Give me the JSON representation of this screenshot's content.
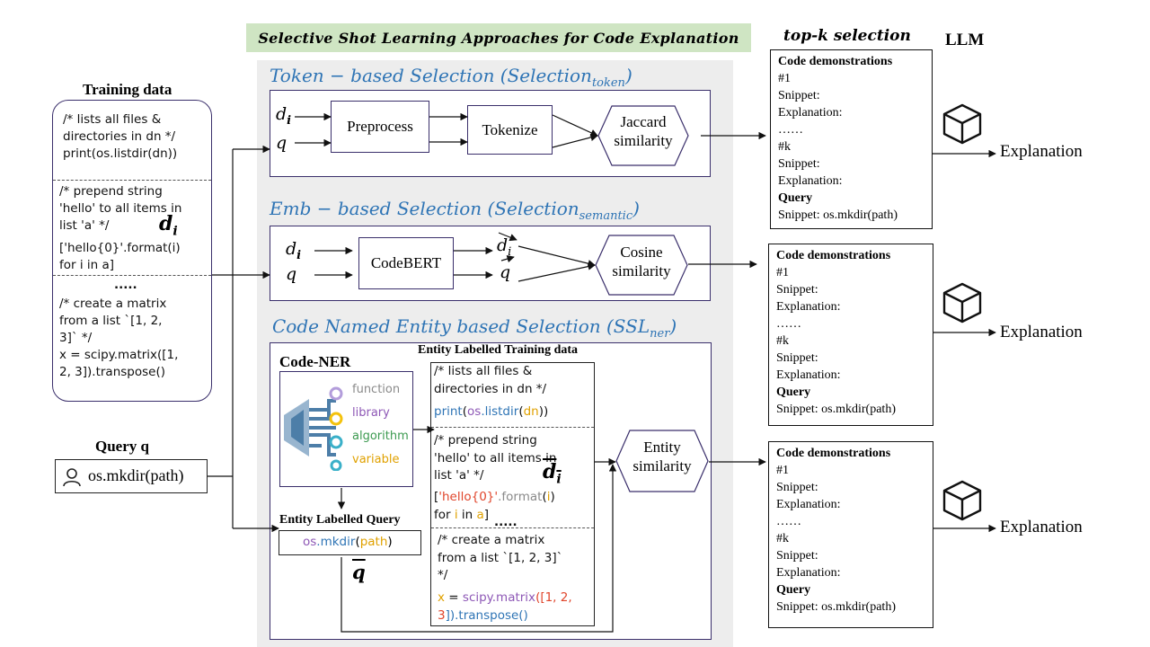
{
  "title": "Selective Shot Learning Approaches  for Code Explanation",
  "topk_label": "top-k selection",
  "llm_label": "LLM",
  "training": {
    "label": "Training data",
    "snippet1": "/* lists all files &\ndirectories in dn */\nprint(os.listdir(dn))",
    "snippet2a": "/* prepend string\n'hello' to all items in\nlist 'a' */",
    "snippet2b": "['hello{0}'.format(i)\nfor i in a]",
    "ellipsis": ".....",
    "snippet3": "/* create a matrix\nfrom a list `[1, 2,\n3]` */\nx = scipy.matrix([1,\n2, 3]).transpose()",
    "di_symbol": "d",
    "di_sub": "i"
  },
  "query": {
    "label": "Query q",
    "value": "os.mkdir(path)"
  },
  "token_section": {
    "title": "Token − based Selection (Selection",
    "title_sub": "token",
    "title_end": ")",
    "input_d": "d",
    "input_d_sub": "i",
    "input_q": "q",
    "preprocess": "Preprocess",
    "tokenize": "Tokenize",
    "similarity": "Jaccard\nsimilarity"
  },
  "emb_section": {
    "title": "Emb − based Selection (Selection",
    "title_sub": "semantic",
    "title_end": ")",
    "input_d": "d",
    "input_d_sub": "i",
    "input_q": "q",
    "model": "CodeBERT",
    "vec_d": "d",
    "vec_d_sub": "i",
    "vec_q": "q",
    "similarity": "Cosine\nsimilarity"
  },
  "ner_section": {
    "title": "Code Named Entity based Selection (SSL",
    "title_sub": "ner",
    "title_end": ")",
    "code_ner_label": "Code-NER",
    "entity_types": [
      "function",
      "library",
      "algorithm",
      "variable"
    ],
    "training_label": "Entity Labelled Training data",
    "query_label": "Entity Labelled Query",
    "query_value_lib": "os",
    "query_value_fn": ".mkdir",
    "query_value_open": "(",
    "query_value_var": "path",
    "query_value_close": ")",
    "q_bar": "q",
    "d_bar": "d",
    "d_bar_sub": "i",
    "ellipsis": ".....",
    "similarity": "Entity\nsimilarity",
    "ent1_comment": "/* lists all files &\ndirectories in dn */",
    "ent1_code_fn": "print",
    "ent1_code_lib": "os",
    "ent1_code_fn2": ".listdir",
    "ent1_code_var": "dn",
    "ent2_comment": "/* prepend string\n'hello' to all items in\nlist 'a' */",
    "ent2_str": "'hello{0}'",
    "ent2_fn": ".format",
    "ent2_var": "i",
    "ent2_line2_a": "for ",
    "ent2_line2_i": "i",
    "ent2_line2_b": " in ",
    "ent2_line2_a_var": "a",
    "ent3_comment": "/* create a matrix\nfrom a list `[1, 2, 3]`\n*/",
    "ent3_x": "x",
    "ent3_eq": " = ",
    "ent3_lib": "scipy",
    "ent3_fn": ".matrix",
    "ent3_args": "([1, 2,",
    "ent3_3": "3",
    "ent3_fn2": "]).transpose()"
  },
  "demos": {
    "heading": "Code demonstrations",
    "body": "#1\nSnippet:\nExplanation:\n……\n#k\nSnippet:\nExplanation:",
    "query_heading": "Query",
    "query_snippet": "Snippet: os.mkdir(path)"
  },
  "explanation_label": "Explanation",
  "colors": {
    "title_bg": "#cfe5c3",
    "section_title": "#2e74b5",
    "box_border": "#3a2f6b",
    "panel_bg": "#ededed"
  }
}
